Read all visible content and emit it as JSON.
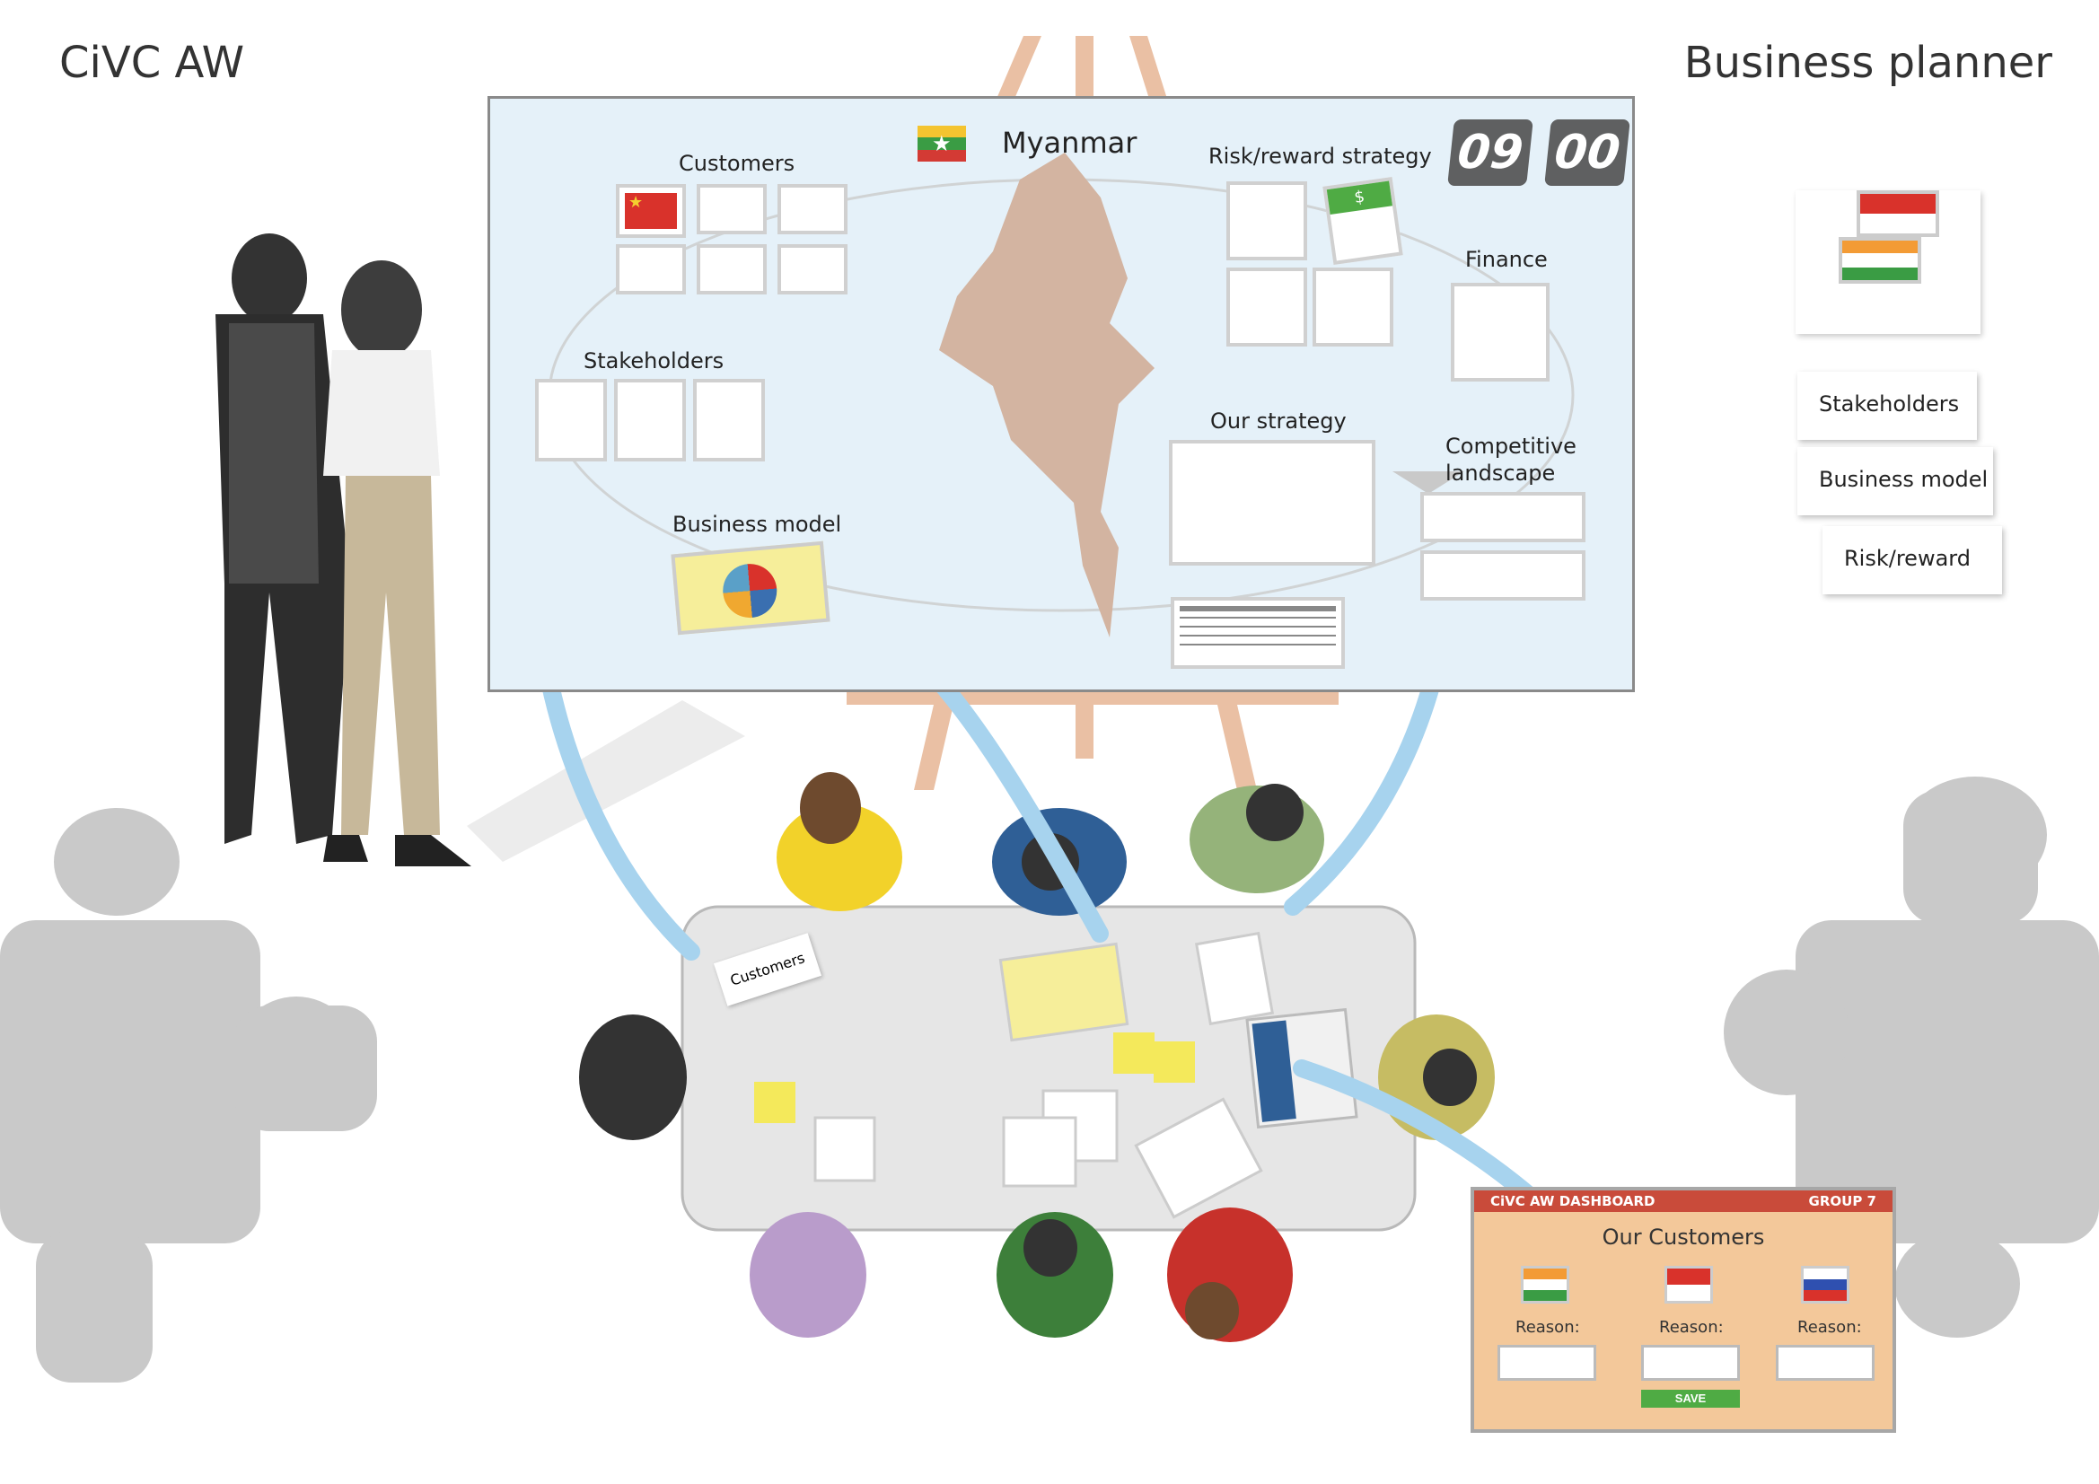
{
  "header": {
    "brand": "CiVC AW",
    "app_title": "Business planner"
  },
  "board": {
    "country": "Myanmar",
    "sections": {
      "customers": "Customers",
      "stakeholders": "Stakeholders",
      "business_model": "Business model",
      "risk_reward": "Risk/reward strategy",
      "finance": "Finance",
      "our_strategy": "Our strategy",
      "competitive": "Competitive landscape"
    },
    "clock": {
      "hours": "09",
      "minutes": "00"
    }
  },
  "side_cards": [
    "Stakeholders",
    "Business model",
    "Risk/reward"
  ],
  "table_card_label": "Customers",
  "dashboard": {
    "title": "CiVC AW DASHBOARD",
    "group": "GROUP 7",
    "heading": "Our Customers",
    "reason_label": "Reason:",
    "save_label": "SAVE"
  },
  "colors": {
    "board_bg": "#e5f1f9",
    "arrow": "#a7d3ee",
    "dashboard_bg": "#f3c89a",
    "dashboard_bar": "#c94b3a",
    "save": "#4fab44",
    "clock": "#5f6061"
  }
}
